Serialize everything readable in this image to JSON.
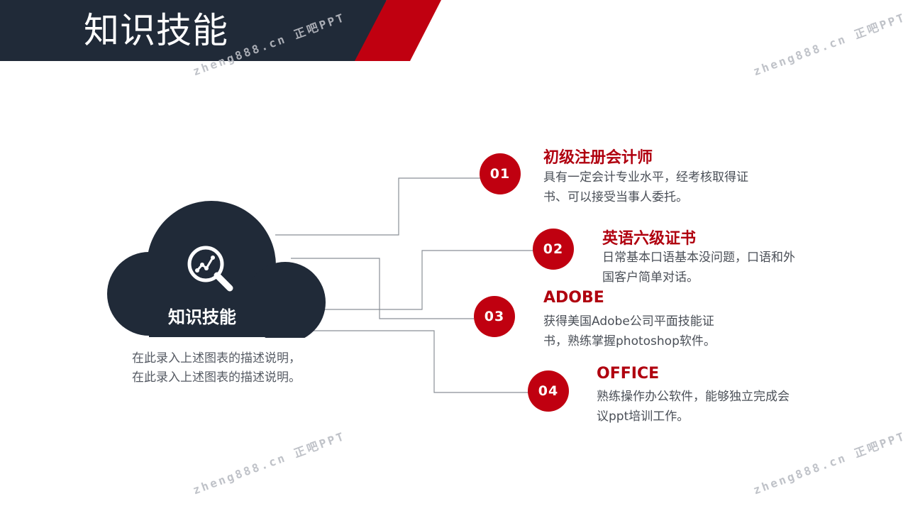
{
  "header": {
    "title": "知识技能"
  },
  "watermark": {
    "text": "zheng888.cn 正吧PPT"
  },
  "cloud": {
    "label": "知识技能",
    "icon": "search-chart-icon"
  },
  "description": {
    "text": "在此录入上述图表的描述说明，在此录入上述图表的描述说明。"
  },
  "items": [
    {
      "number": "01",
      "title": "初级注册会计师",
      "text": "具有一定会计专业水平，经考核取得证书、可以接受当事人委托。"
    },
    {
      "number": "02",
      "title": "英语六级证书",
      "text": "日常基本口语基本没问题，口语和外国客户简单对话。"
    },
    {
      "number": "03",
      "title": "ADOBE",
      "text": "获得美国Adobe公司平面技能证书，熟练掌握photoshop软件。"
    },
    {
      "number": "04",
      "title": "OFFICE",
      "text": "熟练操作办公软件，能够独立完成会议ppt培训工作。"
    }
  ],
  "colors": {
    "dark": "#202a38",
    "red": "#c00010",
    "line": "#8a8f96"
  }
}
